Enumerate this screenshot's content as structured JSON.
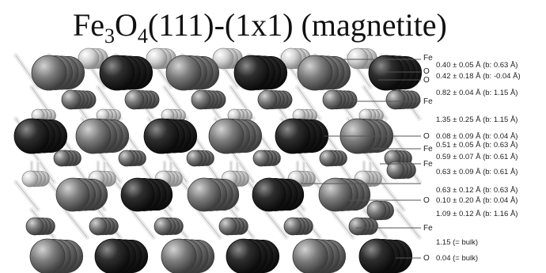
{
  "title": {
    "prefix": "Fe",
    "sub1": "3",
    "mid": "O",
    "sub2": "4",
    "suffix": "(111)-(1x1) (magnetite)"
  },
  "colors": {
    "background": "#ffffff",
    "fe_dark": "#1f1f1f",
    "fe_mid": "#6e6e6e",
    "o_light": "#d6d6d6",
    "bond": "#e8e8e8",
    "leader_line": "#555555"
  },
  "atom_labels": [
    {
      "id": "fe1",
      "text": "Fe"
    },
    {
      "id": "o1",
      "text": "O"
    },
    {
      "id": "o2",
      "text": "O"
    },
    {
      "id": "fe2",
      "text": "Fe"
    },
    {
      "id": "o3",
      "text": "O"
    },
    {
      "id": "fe3",
      "text": "Fe"
    },
    {
      "id": "fe4",
      "text": "Fe"
    },
    {
      "id": "o4",
      "text": "O"
    },
    {
      "id": "fe5",
      "text": "Fe"
    },
    {
      "id": "o5",
      "text": "O"
    }
  ],
  "spacing_labels": [
    {
      "id": "s1",
      "text": "0.40 ± 0.05 Å (b: 0.63 Å)"
    },
    {
      "id": "s2",
      "text": "0.42 ± 0.18 Å (b: -0.04 Å)"
    },
    {
      "id": "s3",
      "text": "0.82 ± 0.04 Å (b: 1.15 Å)"
    },
    {
      "id": "s4",
      "text": "1.35 ± 0.25 Å (b: 1.15 Å)"
    },
    {
      "id": "s5",
      "text": "0.08 ± 0.09 Å (b: 0.04 Å)"
    },
    {
      "id": "s6",
      "text": "0.51 ± 0.05 Å (b: 0.63 Å)"
    },
    {
      "id": "s7",
      "text": "0.59 ± 0.07 Å (b: 0.61 Å)"
    },
    {
      "id": "s8",
      "text": "0.63 ± 0.09 Å (b: 0.61 Å)"
    },
    {
      "id": "s9",
      "text": "0.63 ± 0.12 Å (b: 0.63 Å)"
    },
    {
      "id": "s10",
      "text": "0.10 ± 0.20 Å (b: 0.04 Å)"
    },
    {
      "id": "s11",
      "text": "1.09 ± 0.12 Å (b: 1.16 Å)"
    },
    {
      "id": "s12",
      "text": "1.15 (= bulk)"
    },
    {
      "id": "s13",
      "text": "0.04 (= bulk)"
    }
  ]
}
